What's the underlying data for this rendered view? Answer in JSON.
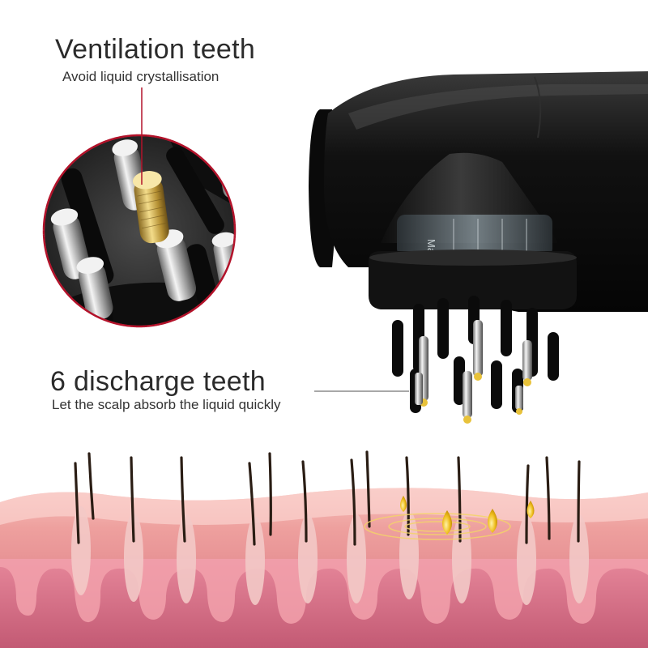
{
  "callouts": {
    "ventilation": {
      "title": "Ventilation teeth",
      "subtitle": "Avoid liquid crystallisation"
    },
    "discharge": {
      "title": "6 discharge teeth",
      "subtitle": "Let the scalp absorb the liquid quickly"
    }
  },
  "device": {
    "scale_label": "Max"
  },
  "colors": {
    "device_body": "#141414",
    "gold_tip": "#e8c23a",
    "skin_top": "#f2b3ae",
    "skin_dermis": "#d8707a",
    "callout_line": "#b3122a"
  }
}
